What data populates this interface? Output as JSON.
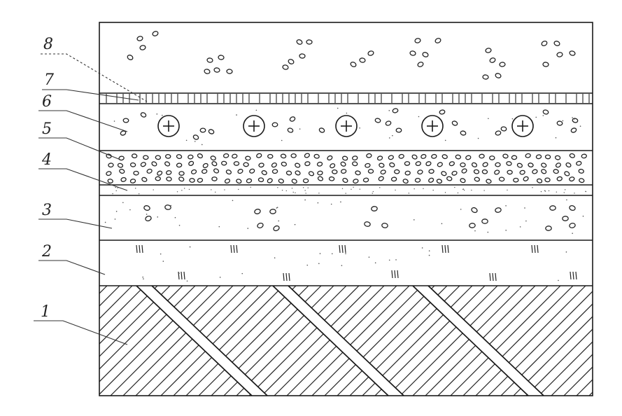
{
  "figure": {
    "labels": [
      {
        "id": "1",
        "text": "1"
      },
      {
        "id": "2",
        "text": "2"
      },
      {
        "id": "3",
        "text": "3"
      },
      {
        "id": "4",
        "text": "4"
      },
      {
        "id": "5",
        "text": "5"
      },
      {
        "id": "6",
        "text": "6"
      },
      {
        "id": "7",
        "text": "7"
      },
      {
        "id": "8",
        "text": "8"
      }
    ],
    "plus_symbol": "+"
  },
  "colors": {
    "ink": "#1a1a1a",
    "paper": "#ffffff"
  }
}
